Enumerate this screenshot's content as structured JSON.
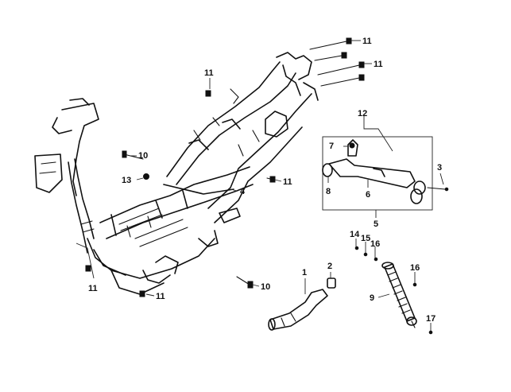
{
  "callouts": [
    {
      "id": "c11a",
      "text": "11"
    },
    {
      "id": "c11b",
      "text": "11"
    },
    {
      "id": "c11c",
      "text": "11"
    },
    {
      "id": "c11d",
      "text": "11"
    },
    {
      "id": "c11e",
      "text": "11"
    },
    {
      "id": "c11f",
      "text": "11"
    },
    {
      "id": "c12",
      "text": "12"
    },
    {
      "id": "c10a",
      "text": "10"
    },
    {
      "id": "c13",
      "text": "13"
    },
    {
      "id": "c7",
      "text": "7"
    },
    {
      "id": "c3",
      "text": "3"
    },
    {
      "id": "c4",
      "text": "4"
    },
    {
      "id": "c8",
      "text": "8"
    },
    {
      "id": "c6",
      "text": "6"
    },
    {
      "id": "c5",
      "text": "5"
    },
    {
      "id": "c14",
      "text": "14"
    },
    {
      "id": "c15",
      "text": "15"
    },
    {
      "id": "c16a",
      "text": "16"
    },
    {
      "id": "c1",
      "text": "1"
    },
    {
      "id": "c2",
      "text": "2"
    },
    {
      "id": "c16b",
      "text": "16"
    },
    {
      "id": "c10b",
      "text": "10"
    },
    {
      "id": "c9",
      "text": "9"
    },
    {
      "id": "c17",
      "text": "17"
    }
  ]
}
